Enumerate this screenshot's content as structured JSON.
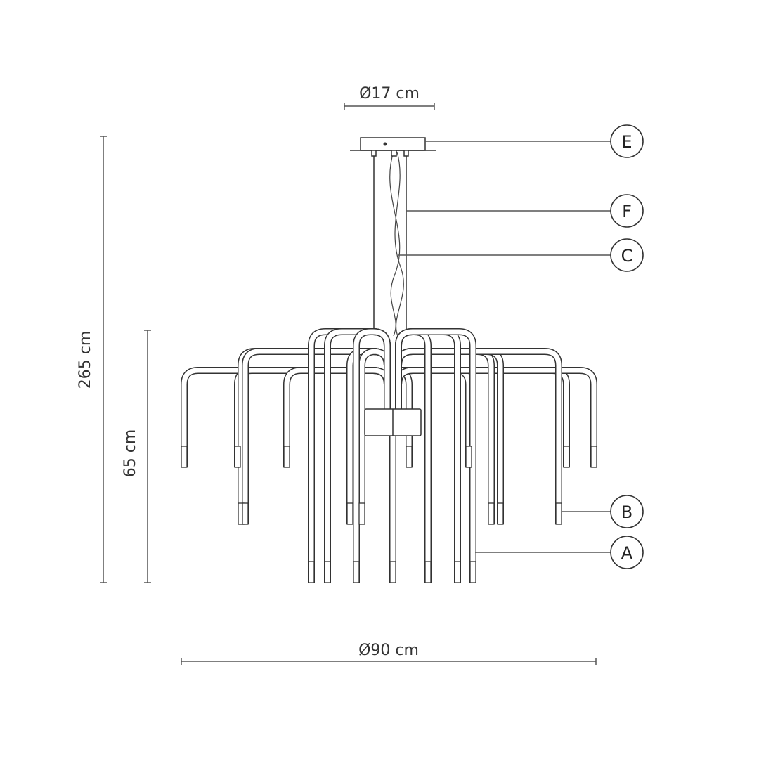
{
  "dimensions": {
    "canopy_diameter": "Ø17 cm",
    "total_height": "265 cm",
    "body_height": "65 cm",
    "overall_diameter": "Ø90 cm"
  },
  "callouts": [
    {
      "letter": "E"
    },
    {
      "letter": "F"
    },
    {
      "letter": "C"
    },
    {
      "letter": "B"
    },
    {
      "letter": "A"
    }
  ],
  "colors": {
    "line": "#333333",
    "background": "#ffffff"
  }
}
